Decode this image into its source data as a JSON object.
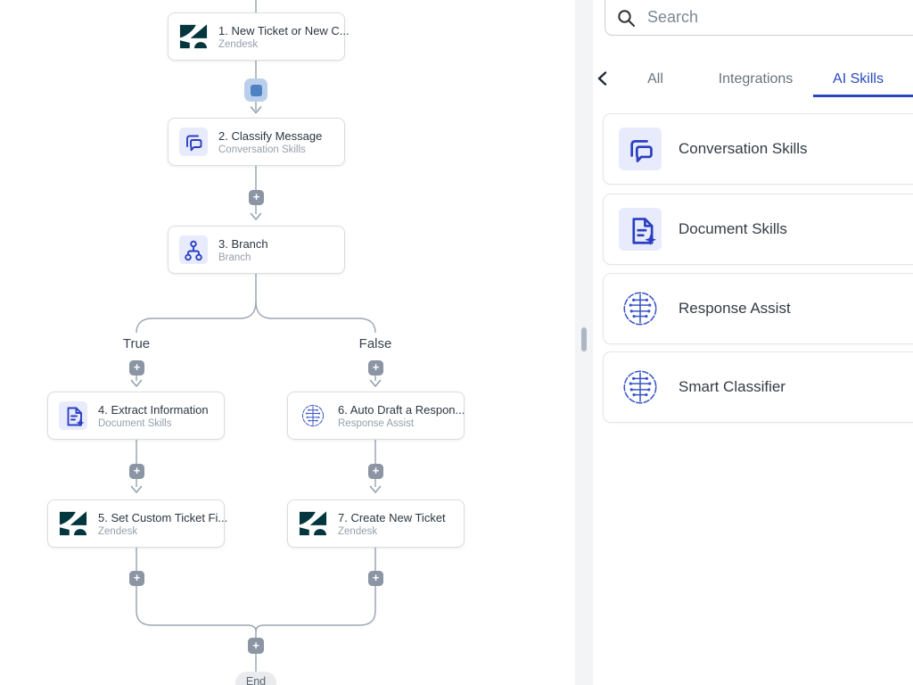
{
  "canvas": {
    "plus_label": "+",
    "end_label": "End",
    "branch_labels": {
      "true": "True",
      "false": "False"
    },
    "nodes": [
      {
        "title": "1. New Ticket or New C...",
        "subtitle": "Zendesk",
        "icon": "zendesk-icon"
      },
      {
        "title": "2. Classify Message",
        "subtitle": "Conversation Skills",
        "icon": "conversation-icon"
      },
      {
        "title": "3. Branch",
        "subtitle": "Branch",
        "icon": "branch-icon"
      },
      {
        "title": "4. Extract Information",
        "subtitle": "Document Skills",
        "icon": "document-icon"
      },
      {
        "title": "6. Auto Draft a Respon...",
        "subtitle": "Response Assist",
        "icon": "ai-brain-icon"
      },
      {
        "title": "5. Set Custom Ticket Fi...",
        "subtitle": "Zendesk",
        "icon": "zendesk-icon"
      },
      {
        "title": "7. Create New Ticket",
        "subtitle": "Zendesk",
        "icon": "zendesk-icon"
      }
    ]
  },
  "panel": {
    "search": {
      "placeholder": "Search"
    },
    "tabs": [
      {
        "label": "All",
        "active": false
      },
      {
        "label": "Integrations",
        "active": false
      },
      {
        "label": "AI Skills",
        "active": true
      }
    ],
    "items": [
      {
        "label": "Conversation Skills",
        "icon": "conversation-icon"
      },
      {
        "label": "Document Skills",
        "icon": "document-icon"
      },
      {
        "label": "Response Assist",
        "icon": "ai-brain-icon"
      },
      {
        "label": "Smart Classifier",
        "icon": "ai-brain-icon"
      }
    ]
  },
  "colors": {
    "accent_blue": "#2a49bd",
    "icon_indigo": "#2b3fc1",
    "icon_lavender_bg": "#e7ebfc",
    "zendesk_dark": "#03363d",
    "wire_gray": "#9ca7b4",
    "selected_connector_outer": "#b9cfec",
    "selected_connector_inner": "#4e82c3"
  }
}
